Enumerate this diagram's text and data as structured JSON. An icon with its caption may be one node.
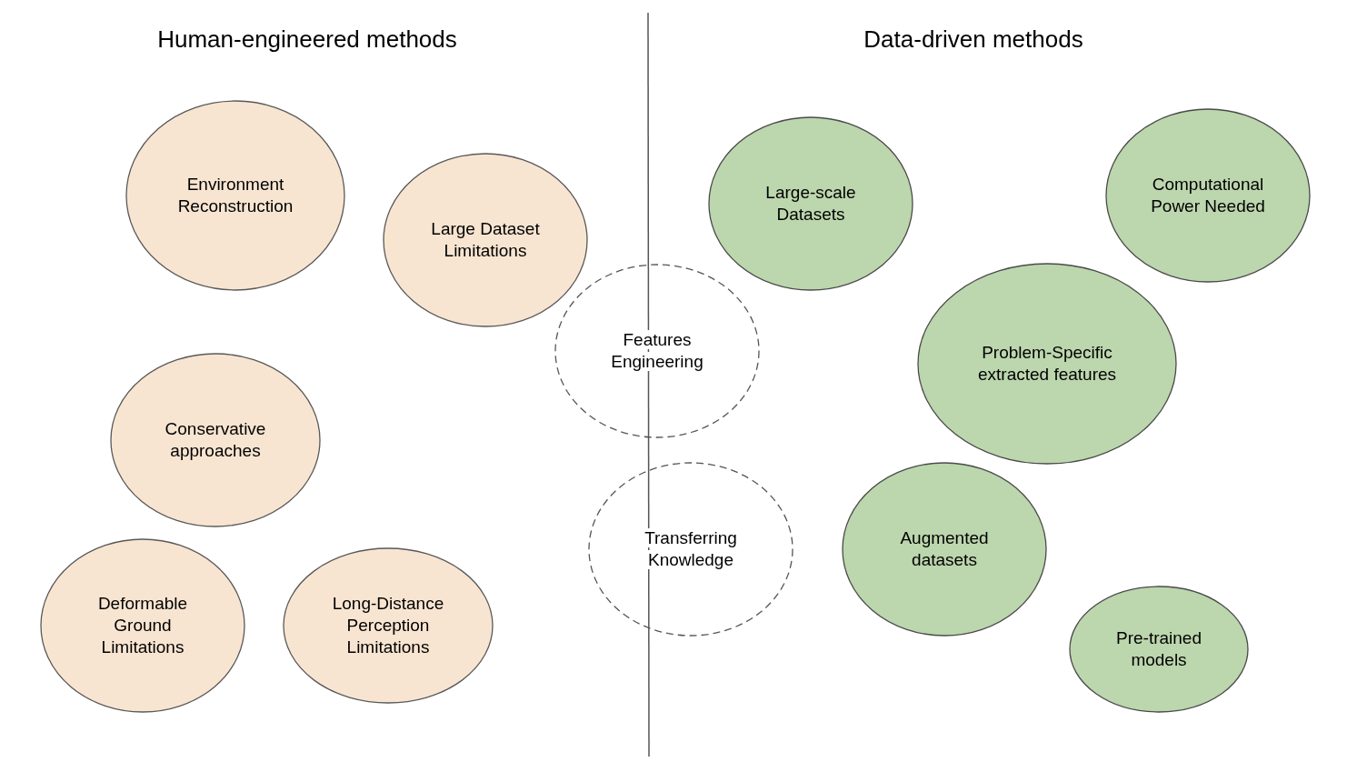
{
  "diagram": {
    "nodes": [
      {
        "text": [
          "Environment Reconstruction"
        ]
      },
      {
        "text": [
          "Large Dataset Limitations"
        ]
      },
      {
        "text": [
          "Conservative approaches"
        ]
      },
      {
        "text": [
          "Deformable Ground Limitations"
        ]
      },
      {
        "text": [
          "Long-Distance Perception Limitations"
        ]
      },
      {
        "text": [
          "Features Engineering"
        ]
      },
      {
        "text": [
          "Transferring Knowledge"
        ]
      },
      {
        "text": [
          "Large-scale Datasets"
        ]
      },
      {
        "text": [
          "Computational Power Needed"
        ]
      },
      {
        "text": [
          "Problem-Specific extracted features"
        ]
      },
      {
        "text": [
          "Augmented datasets"
        ]
      },
      {
        "text": [
          "Pre-trained models"
        ]
      }
    ],
    "labels": [
      "Human-engineered methods",
      "Data-driven methods"
    ]
  }
}
